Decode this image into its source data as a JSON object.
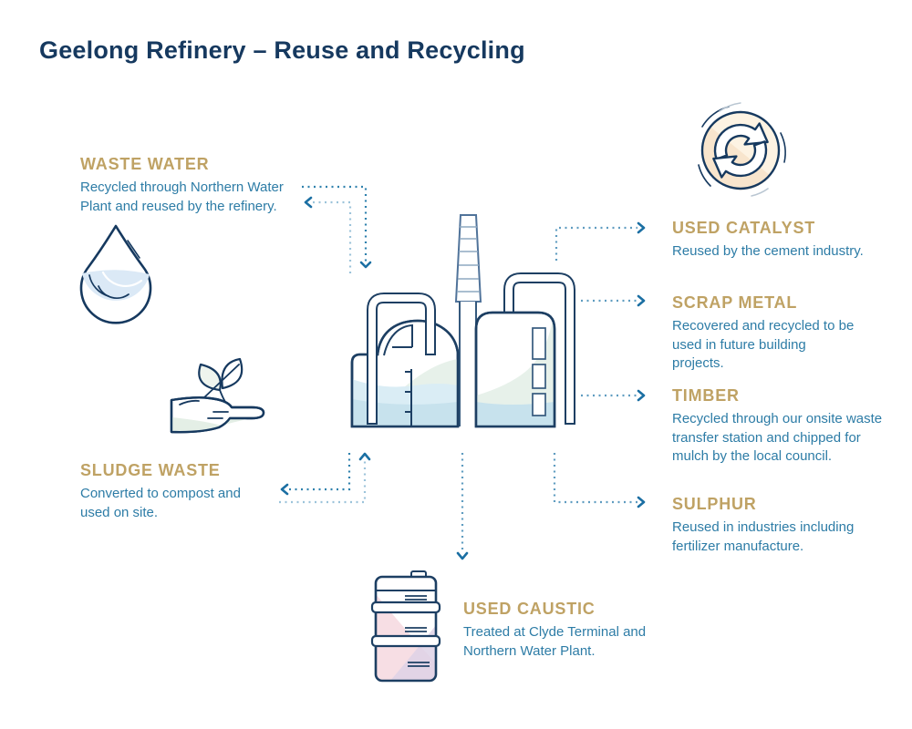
{
  "title": "Geelong Refinery – Reuse and Recycling",
  "items": [
    {
      "id": "waste-water",
      "label": "WASTE WATER",
      "desc": "Recycled through Northern Water Plant and reused by the refinery."
    },
    {
      "id": "sludge-waste",
      "label": "SLUDGE WASTE",
      "desc": "Converted to compost and used on site."
    },
    {
      "id": "used-catalyst",
      "label": "USED CATALYST",
      "desc": "Reused by the cement industry."
    },
    {
      "id": "scrap-metal",
      "label": "SCRAP METAL",
      "desc": "Recovered and recycled to be used in future building projects."
    },
    {
      "id": "timber",
      "label": "TIMBER",
      "desc": "Recycled through our onsite waste transfer station and chipped for mulch by the local council."
    },
    {
      "id": "sulphur",
      "label": "SULPHUR",
      "desc": "Reused in industries including fertilizer manufacture."
    },
    {
      "id": "used-caustic",
      "label": "USED CAUSTIC",
      "desc": "Treated at Clyde Terminal and Northern Water Plant."
    }
  ],
  "icons": {
    "recycle": "recycle-arrows-icon",
    "waste_water": "water-drop-icon",
    "sludge": "hand-with-leaves-icon",
    "refinery": "refinery-plant-icon",
    "caustic": "drum-barrel-icon"
  },
  "colors": {
    "navy": "#16395f",
    "gold": "#bfa264",
    "teal_text": "#2d7ca6",
    "arrow_dark": "#2f81ad",
    "arrow_light": "#9cc3da",
    "arrow_medium": "#5f9cc0",
    "fill_blue_light": "#daedf5",
    "fill_blue_deep": "#c7e2ed",
    "fill_green": "#e7f1ea",
    "fill_peach": "#f8e5cd",
    "fill_pink": "#f7dee4",
    "fill_lavender": "#ded2e6"
  }
}
